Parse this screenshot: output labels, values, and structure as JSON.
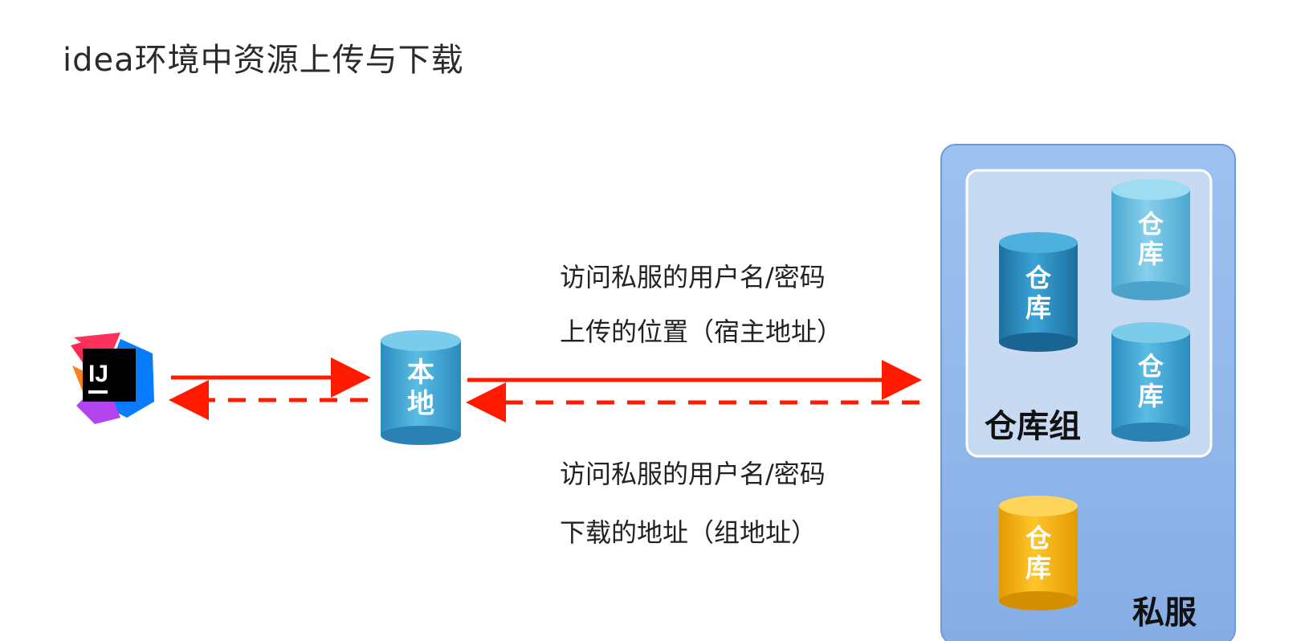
{
  "title": "idea环境中资源上传与下载",
  "ide_logo": {
    "text": "IJ",
    "icon": "intellij-idea-icon"
  },
  "local_repo": {
    "label_line1": "本",
    "label_line2": "地"
  },
  "upload_info": {
    "line1": "访问私服的用户名/密码",
    "line2": "上传的位置（宿主地址）"
  },
  "download_info": {
    "line1": "访问私服的用户名/密码",
    "line2": "下载的地址（组地址）"
  },
  "private_server": {
    "label": "私服",
    "group_label": "仓库组",
    "repo_label_line1": "仓",
    "repo_label_line2": "库"
  },
  "colors": {
    "arrow_red": "#ff1a00",
    "server_blue": "#8fb7ec",
    "group_bg": "#c8daf2",
    "cylinder_dark": "#2e8fc4",
    "cylinder_light": "#6cc2e2",
    "cylinder_gold": "#f8b500"
  }
}
